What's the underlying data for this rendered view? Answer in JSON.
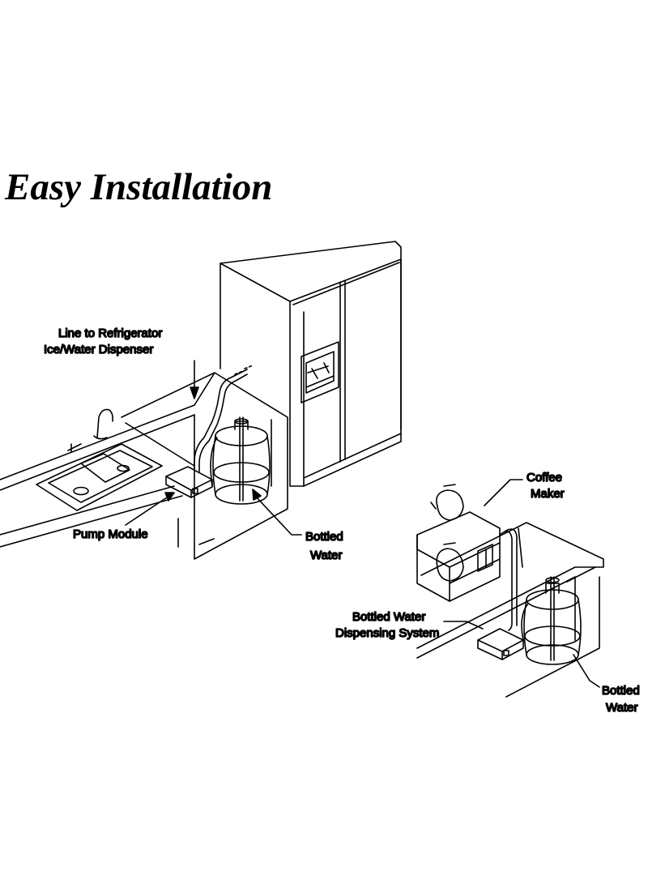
{
  "title": "Easy Installation",
  "labels": {
    "line_to_fridge_1": "Line to Refrigerator",
    "line_to_fridge_2": "Ice/Water Dispenser",
    "pump_module": "Pump Module",
    "bottled_water_1a": "Bottled",
    "bottled_water_1b": "Water",
    "coffee_maker_1": "Coffee",
    "coffee_maker_2": "Maker",
    "dispensing_system_1": "Bottled Water",
    "dispensing_system_2": "Dispensing System",
    "bottled_water_2a": "Bottled",
    "bottled_water_2b": "Water"
  },
  "colors": {
    "line": "#000000",
    "background": "#ffffff"
  }
}
